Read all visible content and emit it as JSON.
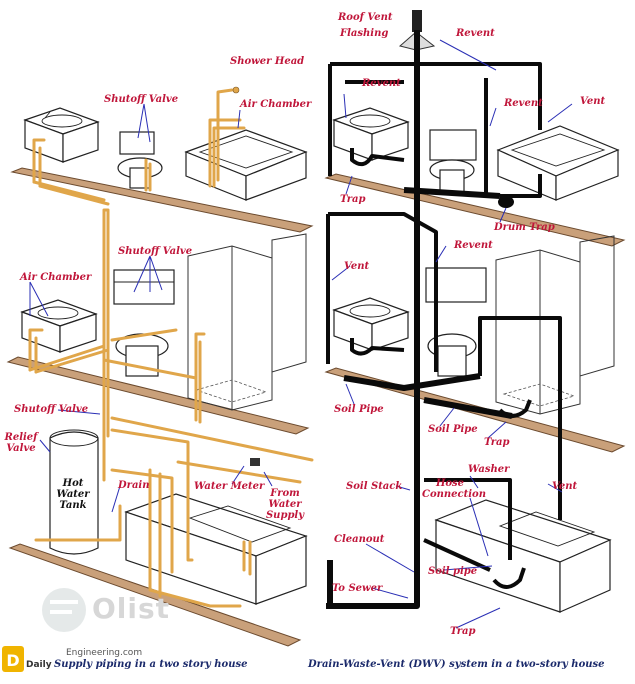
{
  "captions": {
    "left": "Supply piping in a two story house",
    "right": "Drain-Waste-Vent (DWV) system in a two-story house"
  },
  "left_labels": {
    "shower_head": "Shower Head",
    "shutoff_valve_top": "Shutoff Valve",
    "air_chamber_top": "Air Chamber",
    "shutoff_valve_mid": "Shutoff Valve",
    "air_chamber_mid": "Air Chamber",
    "shutoff_valve_bottom": "Shutoff Valve",
    "relief_valve": "Relief Valve",
    "hot_water_tank": "Hot Water Tank",
    "drain": "Drain",
    "water_meter": "Water Meter",
    "from_water_supply": "From Water Supply"
  },
  "right_labels": {
    "roof_vent": "Roof Vent",
    "flashing": "Flashing",
    "revent_top": "Revent",
    "revent_left": "Revent",
    "revent_mid": "Revent",
    "vent_right_top": "Vent",
    "trap_top": "Trap",
    "drum_trap": "Drum Trap",
    "revent_lower": "Revent",
    "vent_left": "Vent",
    "soil_pipe_left": "Soil Pipe",
    "soil_pipe_mid": "Soil Pipe",
    "trap_mid": "Trap",
    "soil_stack": "Soil Stack",
    "washer": "Washer",
    "hose_connection": "Hose Connection",
    "vent_right_bottom": "Vent",
    "cleanout": "Cleanout",
    "soil_pipe_bottom": "Soil pipe",
    "to_sewer": "To Sewer",
    "trap_bottom": "Trap"
  },
  "watermark": {
    "site": "Engineering.com",
    "brand": "Daily",
    "overlay": "Olist"
  },
  "colors": {
    "supply_pipe": "#e0a64a",
    "dwv_pipe": "#0a0a0a",
    "label": "#c0163a",
    "floor_beam": "#c9a07a",
    "caption": "#1b2a6b"
  }
}
